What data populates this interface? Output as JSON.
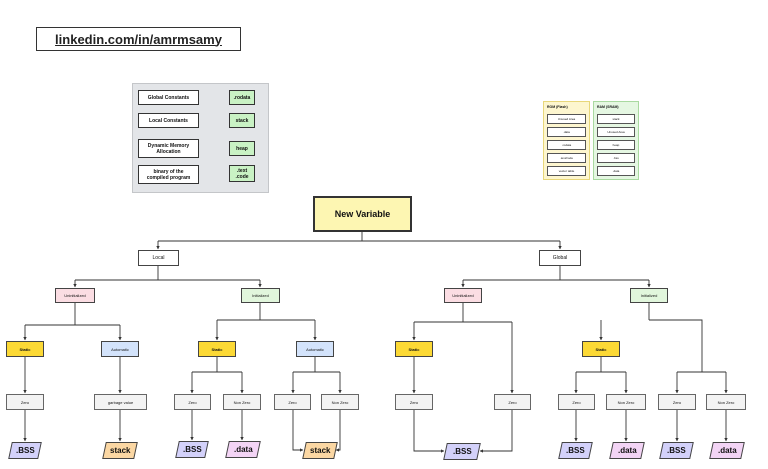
{
  "header": {
    "link_text": "linkedin.com/in/amrmsamy"
  },
  "legend": {
    "rows": [
      {
        "label": "Global Constants",
        "segment": ".rodata"
      },
      {
        "label": "Local Constants",
        "segment": "stack"
      },
      {
        "label": "Dynamic Memory\nAllocation",
        "segment": "heap"
      },
      {
        "label": "binary of the\ncompiled program",
        "segment": ".text\n.code"
      }
    ]
  },
  "memory": {
    "rom": {
      "title": "ROM (Flash)",
      "items": [
        "Unused Area",
        ".data",
        ".rodata",
        ".text/code",
        "vector table"
      ]
    },
    "ram": {
      "title": "RAM (SRAM)",
      "items": [
        "stack",
        "Unused Area",
        "heap",
        ".bss",
        ".data"
      ]
    }
  },
  "tree": {
    "root": "New Variable",
    "local": "Local",
    "global": "Global",
    "uninitialized": "Uninitialized",
    "initialized": "Initialized",
    "static": "Static",
    "automatic": "Automatic",
    "zero": "Zero",
    "non_zero": "Non Zero",
    "garbage": "garbage value",
    "bss": ".BSS",
    "data": ".data",
    "stack": "stack"
  },
  "colors": {
    "root": "#fdf6b2",
    "uninitialized": "#fbdde3",
    "initialized": "#e1f6dc",
    "static": "#fcd935",
    "automatic": "#d3e3fb",
    "bss": "#d3d1fa",
    "data": "#f3d4f5",
    "stack": "#fbd7a3",
    "legend_segment": "#c9f2c4"
  }
}
